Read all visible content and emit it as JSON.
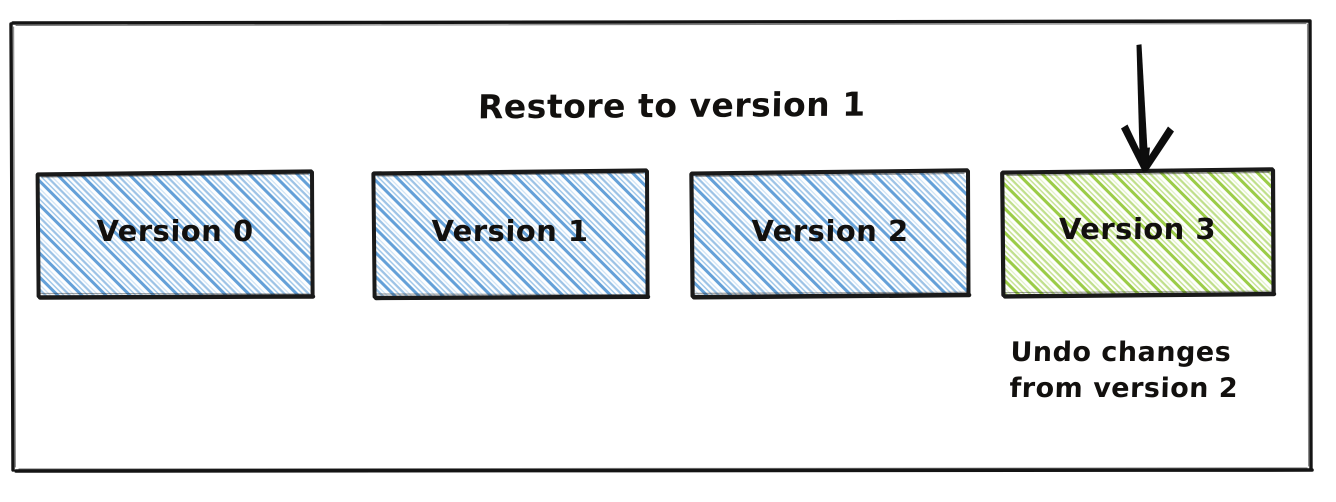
{
  "diagram": {
    "title": "Restore to version 1",
    "note": "Undo changes\nfrom version 2",
    "frame_color": "#141414",
    "background": "#ffffff",
    "boxes": [
      {
        "label": "Version 0",
        "fill_style": "hatch",
        "hatch_color": "#5c9bd6",
        "stroke_color": "#1a1a1a",
        "state": "past"
      },
      {
        "label": "Version 1",
        "fill_style": "hatch",
        "hatch_color": "#5c9bd6",
        "stroke_color": "#1a1a1a",
        "state": "past"
      },
      {
        "label": "Version 2",
        "fill_style": "hatch",
        "hatch_color": "#5c9bd6",
        "stroke_color": "#1a1a1a",
        "state": "past"
      },
      {
        "label": "Version 3",
        "fill_style": "hatch",
        "hatch_color": "#96c93d",
        "stroke_color": "#1a1a1a",
        "state": "current"
      }
    ],
    "arrow": {
      "name": "down-arrow-icon",
      "color": "#0d0d0d",
      "points_to": "Version 3"
    }
  }
}
